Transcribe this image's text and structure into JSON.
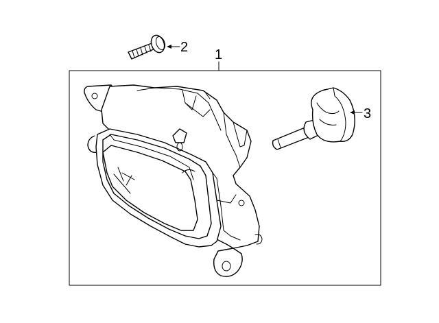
{
  "diagram": {
    "callouts": [
      {
        "id": "1",
        "label": "1",
        "part": "fog-lamp-assembly"
      },
      {
        "id": "2",
        "label": "2",
        "part": "mounting-bolt"
      },
      {
        "id": "3",
        "label": "3",
        "part": "bulb"
      }
    ],
    "colors": {
      "line": "#000000",
      "background": "#ffffff"
    }
  }
}
